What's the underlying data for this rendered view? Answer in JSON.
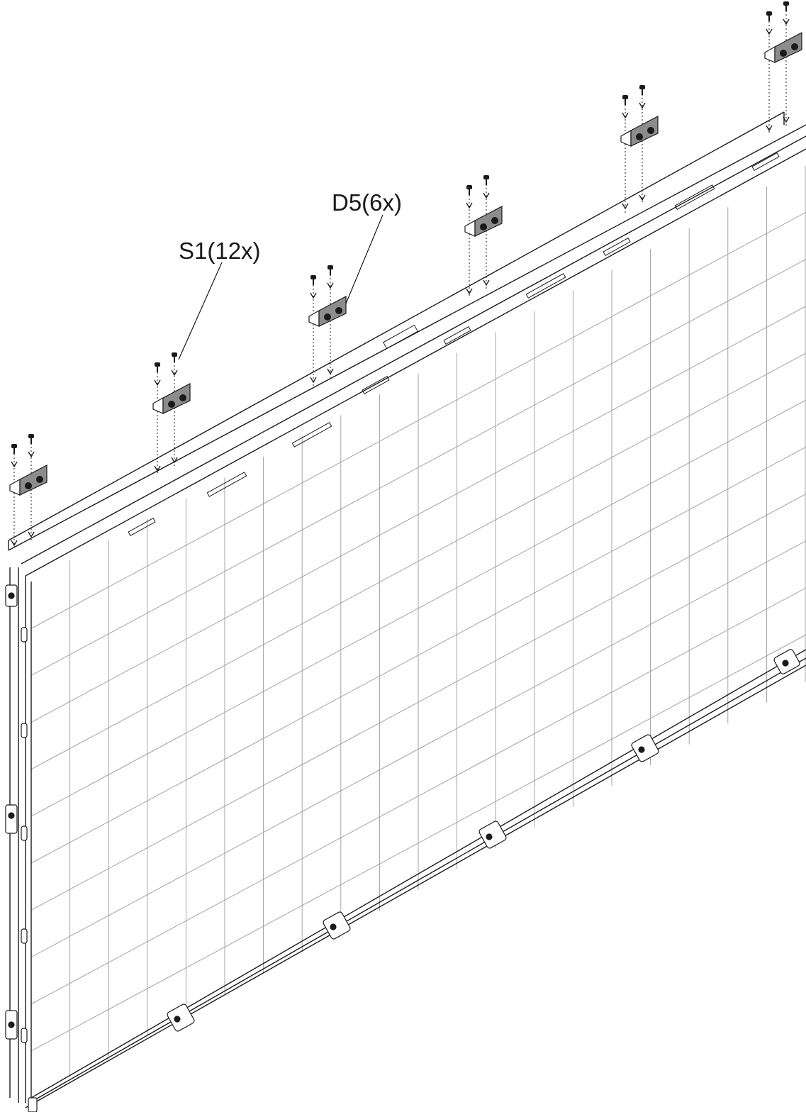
{
  "callouts": {
    "screw": {
      "label": "S1(12x)"
    },
    "bracket": {
      "label": "D5(6x)"
    }
  },
  "colors": {
    "line": "#1a1a1a",
    "grid": "#9a9a9a",
    "bracket_fill": "#8c8c8c",
    "hole_fill": "#1a1a1a"
  },
  "counts": {
    "brackets": 6,
    "screws": 12
  }
}
